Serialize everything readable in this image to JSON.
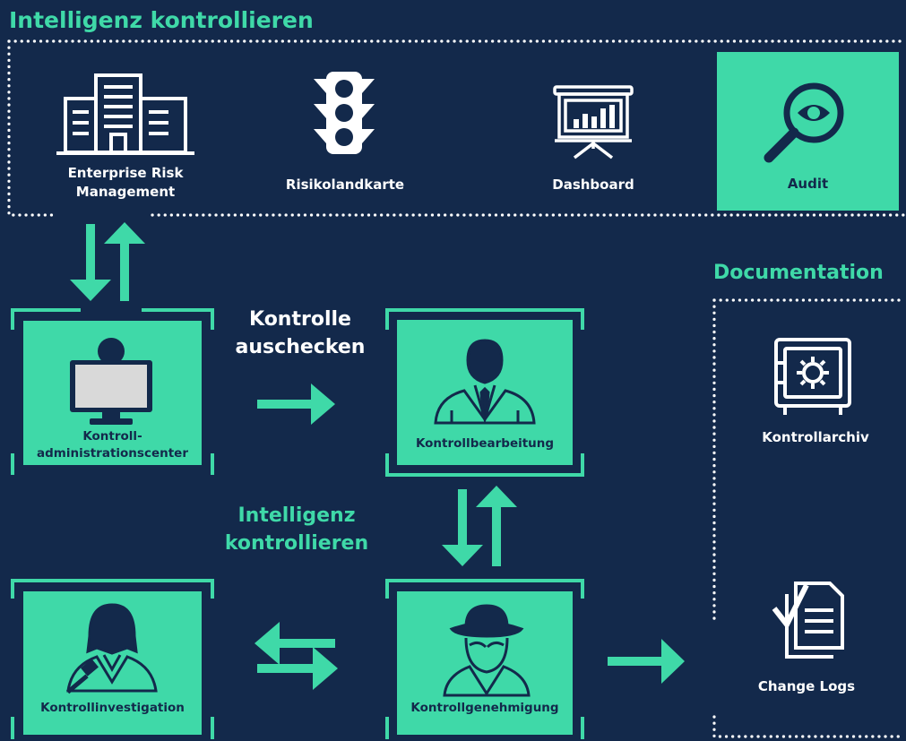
{
  "top_section": {
    "title": "Intelligenz kontrollieren",
    "items": [
      {
        "label": "Enterprise Risk Management",
        "icon": "office-building-icon"
      },
      {
        "label": "Risikolandkarte",
        "icon": "traffic-light-icon"
      },
      {
        "label": "Dashboard",
        "icon": "dashboard-presentation-icon"
      },
      {
        "label": "Audit",
        "icon": "magnifier-eye-icon",
        "highlighted": true
      }
    ]
  },
  "documentation": {
    "title": "Documentation",
    "items": [
      {
        "label": "Kontrollarchiv",
        "icon": "safe-gear-icon"
      },
      {
        "label": "Change Logs",
        "icon": "checklist-documents-icon"
      }
    ]
  },
  "flow": {
    "checkout_label": "Kontrolle auschecken",
    "control_label": "Intelligenz kontrollieren",
    "boxes": [
      {
        "label": "Kontroll-administrationscenter",
        "icon": "admin-computer-icon"
      },
      {
        "label": "Kontrollbearbeitung",
        "icon": "businessman-icon"
      },
      {
        "label": "Kontrollinvestigation",
        "icon": "investigator-woman-icon"
      },
      {
        "label": "Kontrollgenehmigung",
        "icon": "spy-detective-icon"
      }
    ]
  },
  "colors": {
    "background": "#13294b",
    "accent": "#3fd9a8",
    "text": "#ffffff"
  }
}
